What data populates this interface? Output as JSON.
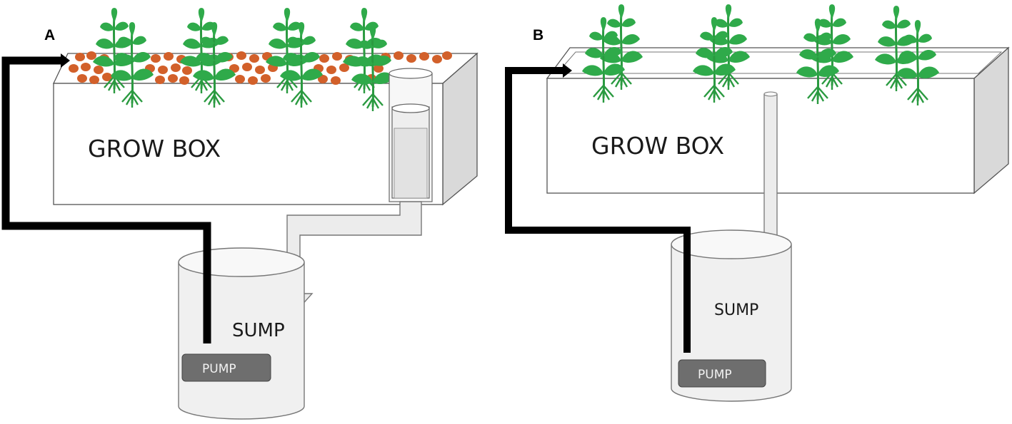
{
  "panels": {
    "a": {
      "label": "A",
      "grow_box": "GROW BOX",
      "sump": "SUMP",
      "pump": "PUMP"
    },
    "b": {
      "label": "B",
      "grow_box": "GROW BOX",
      "sump": "SUMP",
      "pump": "PUMP"
    }
  },
  "colors": {
    "plant": "#2faa4a",
    "clay_pebbles": "#d2602a",
    "pipe": "#000000",
    "drain": "#e6e6e6",
    "pump": "#6e6e6e",
    "box_side": "#d9d9d9"
  },
  "icons": [
    "plant-icon",
    "arrow-icon"
  ]
}
